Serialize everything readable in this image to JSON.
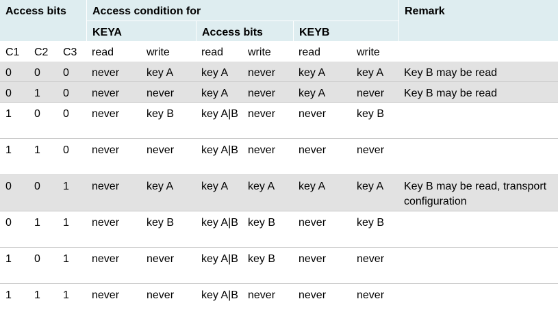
{
  "headers": {
    "access_bits": "Access bits",
    "access_condition_for": "Access condition for",
    "remark": "Remark",
    "keya": "KEYA",
    "access_bits_sub": "Access bits",
    "keyb": "KEYB"
  },
  "subheaders": [
    "C1",
    "C2",
    "C3",
    "read",
    "write",
    "read",
    "write",
    "read",
    "write"
  ],
  "rows": [
    {
      "c1": "0",
      "c2": "0",
      "c3": "0",
      "keya_read": "never",
      "keya_write": "key A",
      "ab_read": "key A",
      "ab_write": "never",
      "keyb_read": "key A",
      "keyb_write": "key A",
      "remark": "Key B may be read"
    },
    {
      "c1": "0",
      "c2": "1",
      "c3": "0",
      "keya_read": "never",
      "keya_write": "never",
      "ab_read": "key A",
      "ab_write": "never",
      "keyb_read": "key A",
      "keyb_write": "never",
      "remark": "Key B may be read"
    },
    {
      "c1": "1",
      "c2": "0",
      "c3": "0",
      "keya_read": "never",
      "keya_write": "key B",
      "ab_read": "key A|B",
      "ab_write": "never",
      "keyb_read": "never",
      "keyb_write": "key B",
      "remark": ""
    },
    {
      "c1": "1",
      "c2": "1",
      "c3": "0",
      "keya_read": "never",
      "keya_write": "never",
      "ab_read": "key A|B",
      "ab_write": "never",
      "keyb_read": "never",
      "keyb_write": "never",
      "remark": ""
    },
    {
      "c1": "0",
      "c2": "0",
      "c3": "1",
      "keya_read": "never",
      "keya_write": "key A",
      "ab_read": "key A",
      "ab_write": "key A",
      "keyb_read": "key A",
      "keyb_write": "key A",
      "remark": "Key B may be read, transport configuration"
    },
    {
      "c1": "0",
      "c2": "1",
      "c3": "1",
      "keya_read": "never",
      "keya_write": "key B",
      "ab_read": "key A|B",
      "ab_write": "key B",
      "keyb_read": "never",
      "keyb_write": "key B",
      "remark": ""
    },
    {
      "c1": "1",
      "c2": "0",
      "c3": "1",
      "keya_read": "never",
      "keya_write": "never",
      "ab_read": "key A|B",
      "ab_write": "key B",
      "keyb_read": "never",
      "keyb_write": "never",
      "remark": ""
    },
    {
      "c1": "1",
      "c2": "1",
      "c3": "1",
      "keya_read": "never",
      "keya_write": "never",
      "ab_read": "key A|B",
      "ab_write": "never",
      "keyb_read": "never",
      "keyb_write": "never",
      "remark": ""
    }
  ],
  "shaded_rows": [
    0,
    1,
    4
  ],
  "colors": {
    "header_bg": "#deedf0",
    "shaded_row_bg": "#e2e2e2",
    "row_line": "#c8c8c8"
  }
}
